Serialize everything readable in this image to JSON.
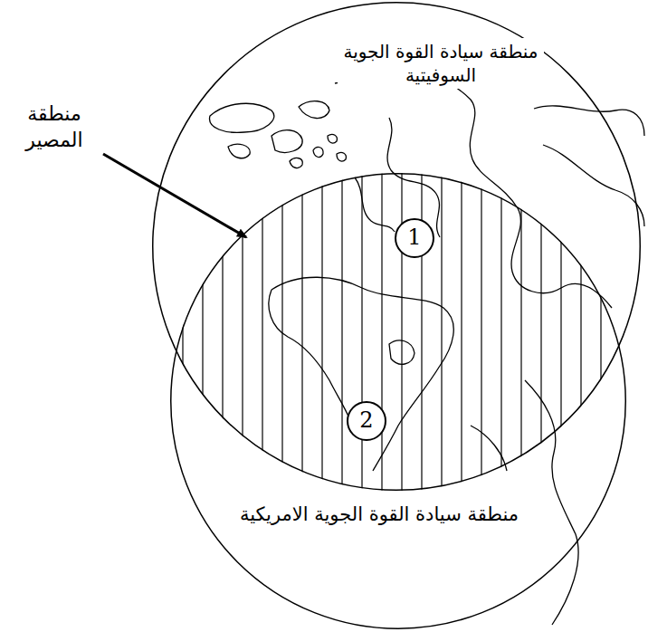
{
  "diagram": {
    "nodes": [
      {
        "text": [
          "منطقة سيادة القوة الجوية السوفيتية"
        ]
      },
      {
        "text": [
          "منطقة سيادة القوة الجوية الامريكية"
        ]
      },
      {
        "text": [
          "1"
        ]
      },
      {
        "text": [
          "2"
        ]
      }
    ],
    "labels": [
      "منطقة المصير"
    ]
  }
}
